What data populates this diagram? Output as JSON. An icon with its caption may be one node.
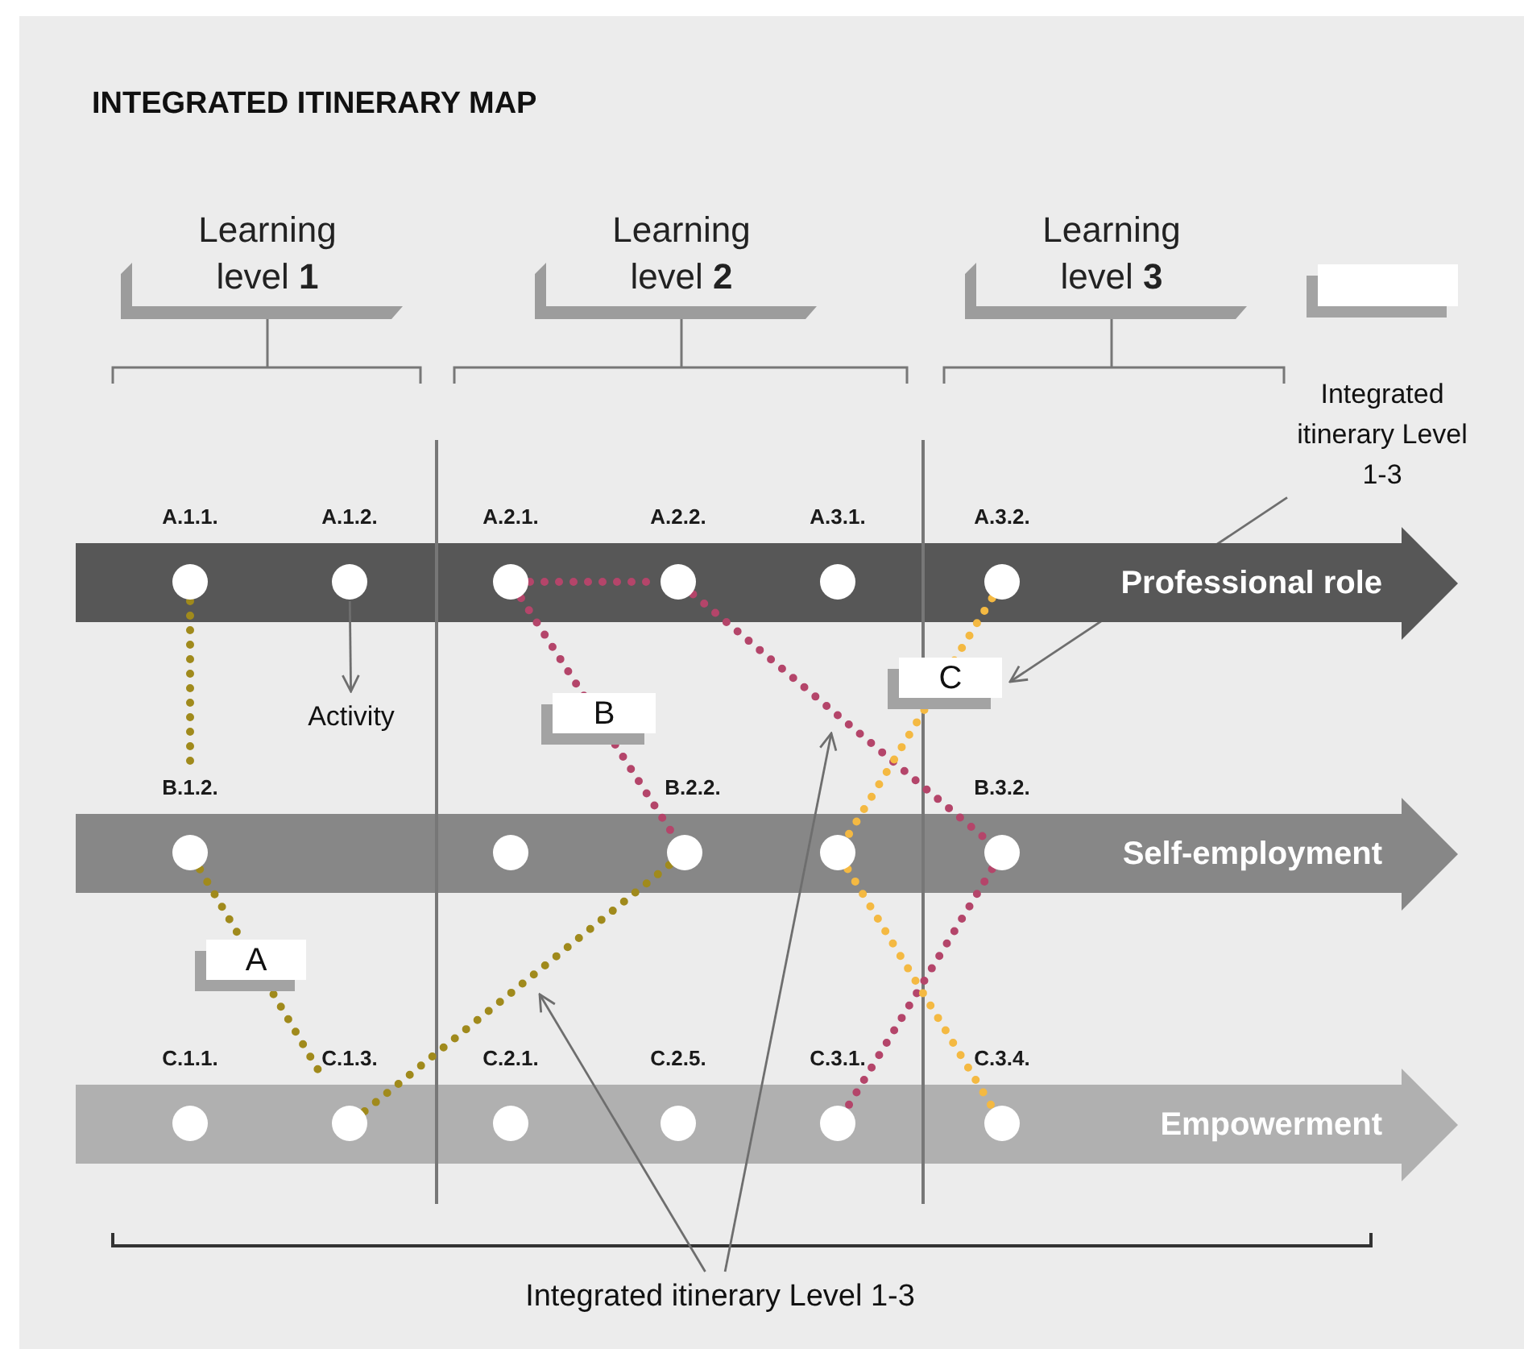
{
  "diagram": {
    "title": "INTEGRATED ITINERARY MAP",
    "nodes": [
      {
        "text": [
          "Learning level **1**"
        ]
      },
      {
        "text": [
          "Learning level **2**"
        ]
      },
      {
        "text": [
          "Learning level **3**"
        ]
      },
      {
        "text": [],
        "shape": "box"
      },
      {
        "text": [
          "Integrated itinerary Level 1-3"
        ]
      },
      {
        "text": [
          "Professional role"
        ]
      },
      {
        "text": [],
        "shape": "circle",
        "beside": [
          "A.1.1."
        ],
        "in": 5
      },
      {
        "text": [],
        "shape": "circle",
        "beside": [
          "A.1.2."
        ],
        "in": 5
      },
      {
        "text": [],
        "shape": "circle",
        "beside": [
          "A.2.1."
        ],
        "in": 5
      },
      {
        "text": [],
        "shape": "circle",
        "beside": [
          "A.2.2."
        ],
        "in": 5
      },
      {
        "text": [],
        "shape": "circle",
        "beside": [
          "A.3.1."
        ],
        "in": 5
      },
      {
        "text": [],
        "shape": "circle",
        "beside": [
          "A.3.2."
        ],
        "in": 5
      },
      {
        "text": [
          "Activity"
        ]
      },
      {
        "text": [
          "Self-employment"
        ]
      },
      {
        "text": [],
        "shape": "circle",
        "beside": [
          "B.1.2."
        ],
        "in": 13
      },
      {
        "text": [],
        "shape": "circle",
        "in": 13
      },
      {
        "text": [],
        "shape": "circle",
        "beside": [
          "B.2.2."
        ],
        "in": 13
      },
      {
        "text": [],
        "shape": "circle",
        "in": 13
      },
      {
        "text": [],
        "shape": "circle",
        "beside": [
          "B.3.2."
        ],
        "in": 13
      },
      {
        "text": [
          "Empowerment"
        ]
      },
      {
        "text": [],
        "shape": "circle",
        "beside": [
          "C.1.1."
        ],
        "in": 19
      },
      {
        "text": [],
        "shape": "circle",
        "beside": [
          "C.1.3."
        ],
        "in": 19
      },
      {
        "text": [],
        "shape": "circle",
        "beside": [
          "C.2.1."
        ],
        "in": 19
      },
      {
        "text": [],
        "shape": "circle",
        "beside": [
          "C.2.5."
        ],
        "in": 19
      },
      {
        "text": [],
        "shape": "circle",
        "beside": [
          "C.3.1."
        ],
        "in": 19
      },
      {
        "text": [],
        "shape": "circle",
        "beside": [
          "C.3.4."
        ],
        "in": 19
      },
      {
        "text": [
          "Integrated itinerary Level 1-3"
        ]
      }
    ],
    "edges": [
      {
        "from": 6,
        "to": 14,
        "arrow": "none",
        "style": "dashed",
        "color": "#a08a1c"
      },
      {
        "from": 14,
        "to": 21,
        "arrow": "none",
        "style": "dashed",
        "color": "#a08a1c",
        "label": "A"
      },
      {
        "from": 21,
        "to": 16,
        "arrow": "none",
        "style": "dashed",
        "color": "#a08a1c"
      },
      {
        "from": 8,
        "to": 16,
        "arrow": "none",
        "style": "dashed",
        "color": "#b4456a",
        "label": "B"
      },
      {
        "from": 8,
        "to": 9,
        "arrow": "none",
        "style": "dashed",
        "color": "#b4456a"
      },
      {
        "from": 9,
        "to": 18,
        "arrow": "none",
        "style": "dashed",
        "color": "#b4456a"
      },
      {
        "from": 18,
        "to": 24,
        "arrow": "none",
        "style": "dashed",
        "color": "#b4456a"
      },
      {
        "from": 11,
        "to": 17,
        "arrow": "none",
        "style": "dashed",
        "color": "#f4b942",
        "label": "C"
      },
      {
        "from": 17,
        "to": 25,
        "arrow": "none",
        "style": "dashed",
        "color": "#f4b942"
      },
      {
        "from": 7,
        "to": 12,
        "arrow": "to"
      },
      {
        "from": 4,
        "to": null,
        "arrow": "to"
      },
      {
        "from": 26,
        "to": null,
        "arrow": "to"
      },
      {
        "from": 26,
        "to": null,
        "arrow": "to"
      }
    ]
  }
}
